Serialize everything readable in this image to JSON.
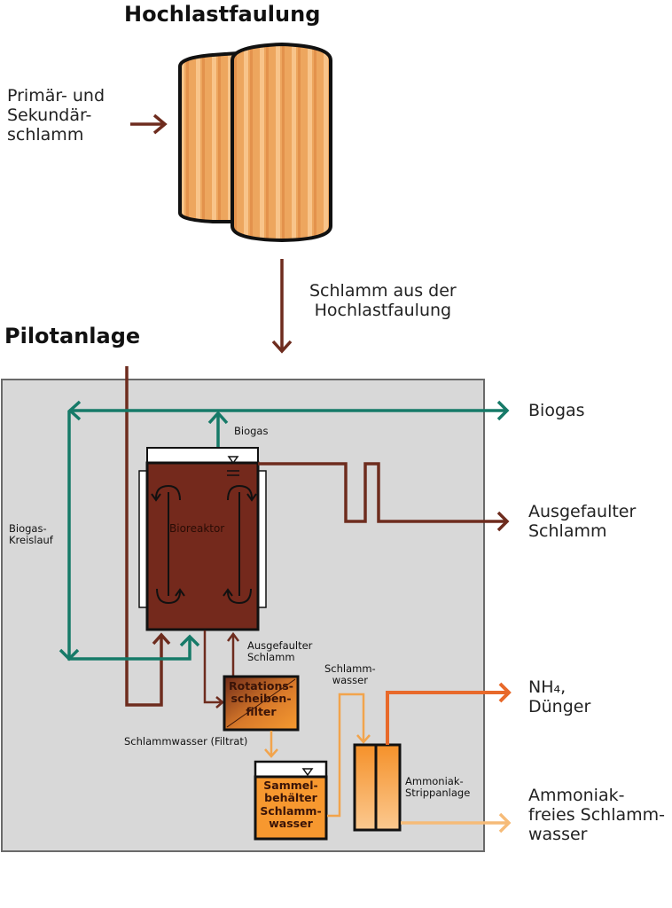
{
  "titles": {
    "top": "Hochlastfaulung",
    "pilot": "Pilotanlage"
  },
  "inputs": {
    "primary_sludge": "Primär- und\nSekundär-\nschlamm",
    "sludge_from_digester": "Schlamm aus der\nHochlastfaulung"
  },
  "outputs": {
    "biogas": "Biogas",
    "digested_sludge": "Ausgefaulter\nSchlamm",
    "fertilizer": "NH₄,\nDünger",
    "ammonia_free_water": "Ammoniak-\nfreies Schlamm-\nwasser"
  },
  "internal_labels": {
    "biogas_up": "Biogas",
    "biogas_loop": "Biogas-\nKreislauf",
    "bioreactor": "Bioreaktor",
    "digested_return": "Ausgefaulter\nSchlamm",
    "sludge_water": "Schlamm-\nwasser",
    "filtrate": "Schlammwasser (Filtrat)",
    "stripping_plant": "Ammoniak-\nStrippanlage"
  },
  "components": {
    "rotary_filter": "Rotations-\nscheiben-\nfilter",
    "collection_tank": "Sammel-\nbehälter\nSchlamm-\nwasser"
  },
  "colors": {
    "sludge": "#6e2c1e",
    "biogas": "#167a68",
    "filtrate": "#f2a44c",
    "ammonia": "#e8692a",
    "ammonia_free": "#f6bb78",
    "panel": "#d8d8d8",
    "reactor": "#74291c"
  }
}
